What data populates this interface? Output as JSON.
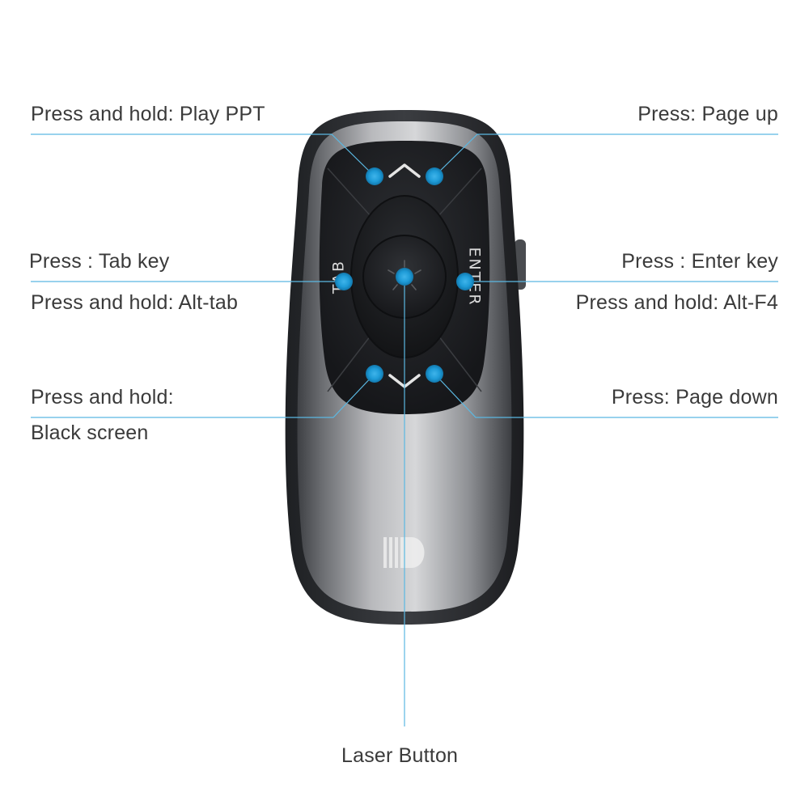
{
  "labels": {
    "play_ppt": "Press and hold: Play PPT",
    "page_up": "Press: Page up",
    "tab_key": "Press : Tab key",
    "alt_tab": "Press and hold: Alt-tab",
    "enter_key": "Press : Enter key",
    "alt_f4": "Press and hold: Alt-F4",
    "black_screen_1": "Press and hold:",
    "black_screen_2": "Black screen",
    "page_down": "Press: Page down",
    "laser_button": "Laser Button"
  },
  "device": {
    "tab_text": "TAB",
    "enter_text": "ENTER"
  },
  "colors": {
    "accent": "#1e9bd7",
    "leader": "#5bb8e2",
    "body_dark": "#26282b",
    "body_metal": "#9a9ca0",
    "text": "#3a3a3a"
  }
}
